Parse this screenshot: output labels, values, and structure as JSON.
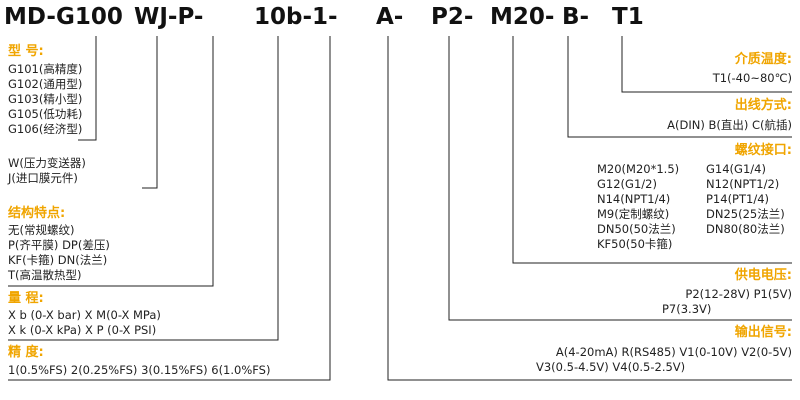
{
  "model_code": {
    "segments": [
      "MD-G100",
      "WJ-P-",
      "10b-1-",
      "A-",
      "P2-",
      "M20-",
      "B-",
      "T1"
    ]
  },
  "left": {
    "model": {
      "title": "型    号:",
      "items": [
        "G101(高精度)",
        "G102(通用型)",
        "G103(精小型)",
        "G105(低功耗)",
        "G106(经济型)"
      ]
    },
    "type": {
      "items": [
        "W(压力变送器)",
        "J(进口膜元件)"
      ]
    },
    "structure": {
      "title": "结构特点:",
      "items": [
        "无(常规螺纹)",
        "P(齐平膜)  DP(差压)",
        "KF(卡箍)     DN(法兰)",
        "T(高温散热型)"
      ]
    },
    "range": {
      "title": "量     程:",
      "items": [
        "X  b (0-X bar)  X  M(0-X MPa)",
        "X  k (0-X kPa)  X  P (0-X PSI)"
      ]
    },
    "accuracy": {
      "title": "精     度:",
      "items": [
        "1(0.5%FS)   2(0.25%FS)  3(0.15%FS)  6(1.0%FS)"
      ]
    }
  },
  "right": {
    "medium_temp": {
      "title": "介质温度:",
      "items": [
        "T1(-40~80℃)"
      ]
    },
    "outlet": {
      "title": "出线方式:",
      "items": [
        "A(DIN)  B(直出)  C(航插)"
      ]
    },
    "thread": {
      "title": "螺纹接口:",
      "left_col": [
        "M20(M20*1.5)",
        "G12(G1/2)",
        "N14(NPT1/4)",
        "M9(定制螺纹)",
        "DN50(50法兰)",
        "KF50(50卡箍)"
      ],
      "right_col": [
        "G14(G1/4)",
        "N12(NPT1/2)",
        "P14(PT1/4)",
        "DN25(25法兰)",
        "DN80(80法兰)"
      ]
    },
    "supply": {
      "title": "供电电压:",
      "items": [
        "P2(12-28V)    P1(5V)",
        "P7(3.3V)"
      ]
    },
    "output": {
      "title": "输出信号:",
      "items": [
        "A(4-20mA)  R(RS485)  V1(0-10V)  V2(0-5V)",
        "V3(0.5-4.5V)  V4(0.5-2.5V)"
      ]
    }
  },
  "colors": {
    "accent": "#f0a500",
    "line": "#222222",
    "text": "#1a1a1a"
  }
}
